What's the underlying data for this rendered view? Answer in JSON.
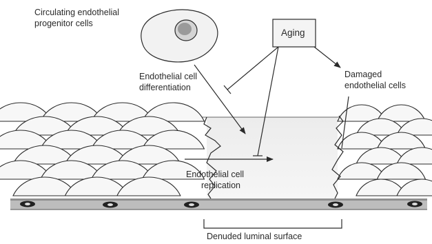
{
  "labels": {
    "progenitor_line1": "Circulating endothelial",
    "progenitor_line2": "progenitor cells",
    "aging": "Aging",
    "differentiation_line1": "Endothelial cell",
    "differentiation_line2": "differentiation",
    "damaged_line1": "Damaged",
    "damaged_line2": "endothelial cells",
    "replication_line1": "Endothelial cell",
    "replication_line2": "replication",
    "denuded": "Denuded luminal surface"
  }
}
